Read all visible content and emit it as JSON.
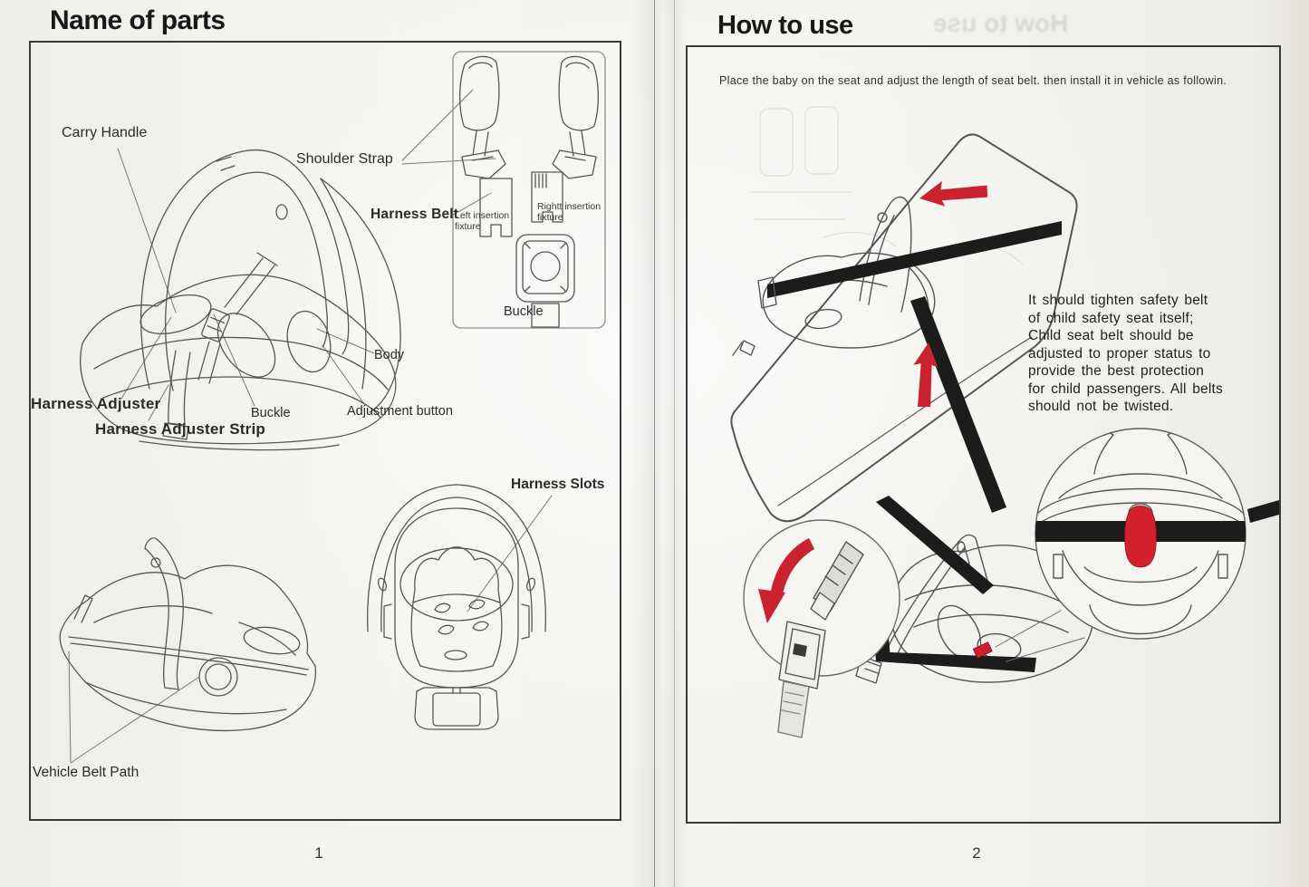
{
  "left_page": {
    "title": "Name of parts",
    "page_number": "1",
    "labels": {
      "carry_handle": "Carry Handle",
      "shoulder_strap": "Shoulder Strap",
      "harness_belt": "Harness Belt",
      "left_insertion_fixture": "Left insertion fixture",
      "right_insertion_fixture": "Rightt insertion fixture",
      "inset_buckle": "Buckle",
      "body": "Body",
      "harness_adjuster": "Harness Adjuster",
      "buckle": "Buckle",
      "adjustment_button": "Adjustment button",
      "harness_adjuster_strip": "Harness Adjuster Strip",
      "harness_slots": "Harness Slots",
      "vehicle_belt_path": "Vehicle Belt Path"
    }
  },
  "right_page": {
    "title": "How to use",
    "ghost_title": "How to use",
    "page_number": "2",
    "intro": "Place the baby on the seat and adjust the length of seat belt. then install it in vehicle as followin.",
    "note_lines": [
      "It should tighten safety belt",
      "of child safety seat itself;",
      "Child seat belt should be",
      "adjusted to proper status to",
      "provide the best protection",
      "for child passengers. All belts",
      "should not be twisted."
    ]
  },
  "colors": {
    "arrow_red": "#c8232e",
    "belt_black": "#1c1c1c",
    "line_gray": "#555555"
  }
}
